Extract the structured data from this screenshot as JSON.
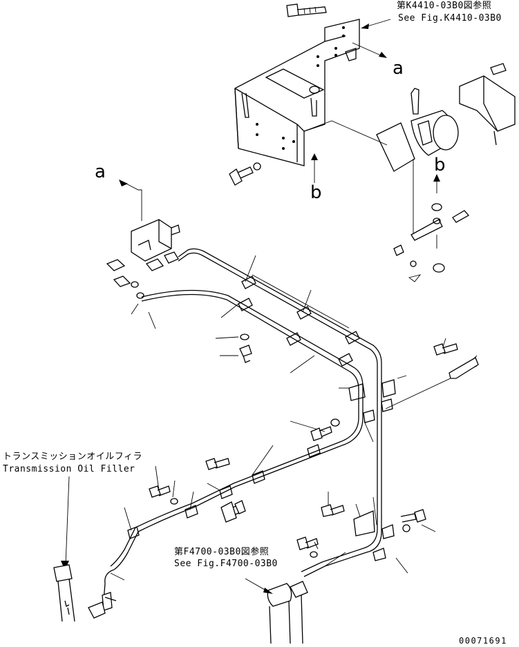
{
  "refs": {
    "top_jp": "第K4410-03B0図参照",
    "top_en": "See Fig.K4410-03B0",
    "bottom_jp": "第F4700-03B0図参照",
    "bottom_en": "See Fig.F4700-03B0"
  },
  "filler": {
    "jp": "トランスミッションオイルフィラ",
    "en": "Transmission Oil Filler"
  },
  "markers": {
    "a_top": "a",
    "a_left": "a",
    "b_left": "b",
    "b_right": "b"
  },
  "doc_number": "00071691"
}
